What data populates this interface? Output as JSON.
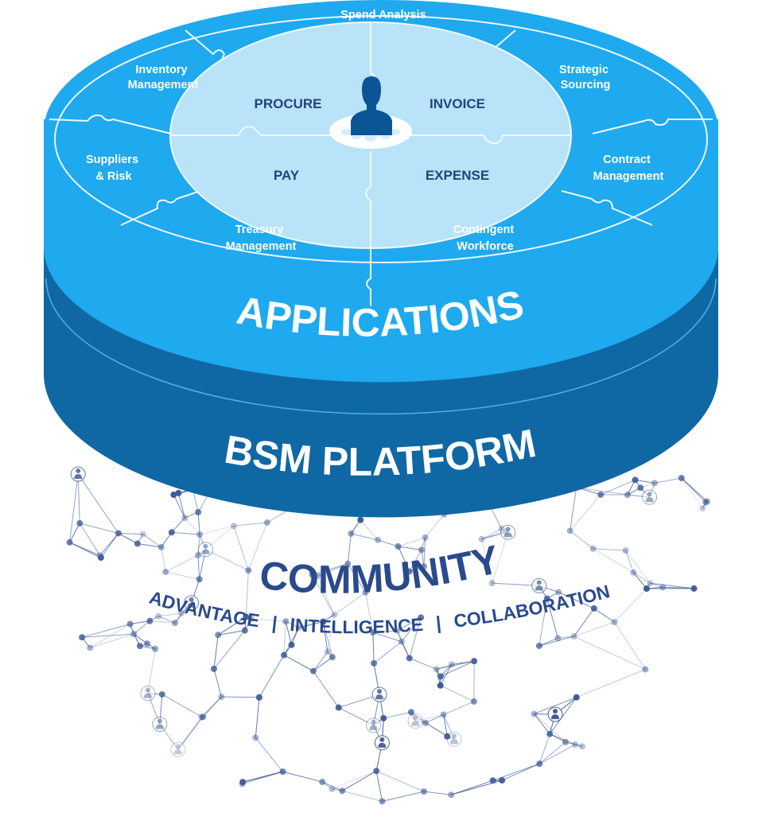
{
  "colors": {
    "applications_blue": "#1fa9ef",
    "platform_blue": "#0f68a4",
    "core_light": "#b8e3f8",
    "core_text": "#24427f",
    "community_text": "#2a4a8c",
    "network": "#3f5a96"
  },
  "applications": {
    "band_label": "APPLICATIONS",
    "outer_segments": [
      {
        "id": "spend-analysis",
        "lines": [
          "Spend Analysis"
        ]
      },
      {
        "id": "strategic-sourcing",
        "lines": [
          "Strategic",
          "Sourcing"
        ]
      },
      {
        "id": "contract-management",
        "lines": [
          "Contract",
          "Management"
        ]
      },
      {
        "id": "contingent-workforce",
        "lines": [
          "Contingent",
          "Workforce"
        ]
      },
      {
        "id": "treasury-management",
        "lines": [
          "Treasury",
          "Management"
        ]
      },
      {
        "id": "suppliers-risk",
        "lines": [
          "Suppliers",
          "& Risk"
        ]
      },
      {
        "id": "inventory-management",
        "lines": [
          "Inventory",
          "Management"
        ]
      }
    ],
    "core_quadrants": [
      {
        "id": "procure",
        "label": "PROCURE"
      },
      {
        "id": "invoice",
        "label": "INVOICE"
      },
      {
        "id": "pay",
        "label": "PAY"
      },
      {
        "id": "expense",
        "label": "EXPENSE"
      }
    ],
    "center_icon": "user-silhouette-icon"
  },
  "platform": {
    "band_label": "BSM PLATFORM"
  },
  "community": {
    "title": "COMMUNITY",
    "pillars": [
      "ADVANTAGE",
      "INTELLIGENCE",
      "COLLABORATION"
    ],
    "separator": "|",
    "network_icon": "people-network-icon"
  }
}
